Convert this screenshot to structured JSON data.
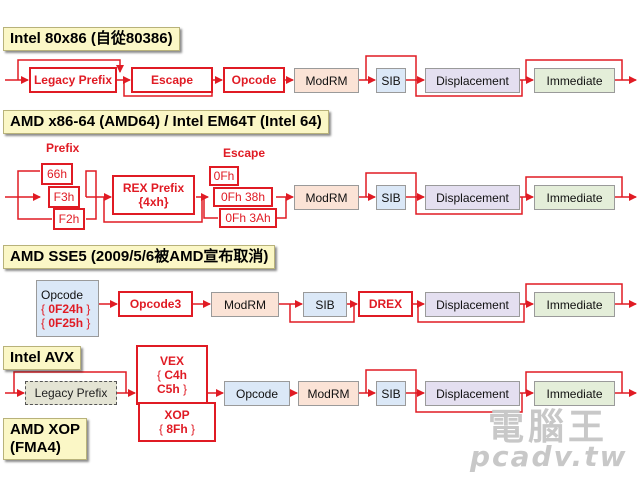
{
  "sections": {
    "intel_8086": {
      "title": "Intel 80x86 (自從80386)",
      "legacy_prefix": "Legacy Prefix",
      "escape": "Escape",
      "opcode": "Opcode",
      "modrm": "ModRM",
      "sib": "SIB",
      "displacement": "Displacement",
      "immediate": "Immediate"
    },
    "amd64": {
      "title": "AMD x86-64 (AMD64) / Intel EM64T (Intel 64)",
      "prefix_label": "Prefix",
      "prefix_66": "66h",
      "prefix_f3": "F3h",
      "prefix_f2": "F2h",
      "rex_line1": "REX Prefix",
      "rex_line2": "{4xh}",
      "escape_label": "Escape",
      "escape_0f": "0Fh",
      "escape_0f38": "0Fh 38h",
      "escape_0f3a": "0Fh 3Ah",
      "modrm": "ModRM",
      "sib": "SIB",
      "displacement": "Displacement",
      "immediate": "Immediate"
    },
    "sse5": {
      "title": "AMD SSE5 (2009/5/6被AMD宣布取消)",
      "opcode_label": "Opcode",
      "opcode_val1": "0F24h",
      "opcode_val2": "0F25h",
      "brace_open": "{",
      "brace_close": "}",
      "opcode3": "Opcode3",
      "modrm": "ModRM",
      "sib": "SIB",
      "drex": "DREX",
      "displacement": "Displacement",
      "immediate": "Immediate"
    },
    "avx": {
      "title": "Intel AVX",
      "legacy_prefix": "Legacy Prefix",
      "vex_label": "VEX",
      "vex_val1": "C4h",
      "vex_val2": "C5h",
      "xop_label": "XOP",
      "xop_val": "8Fh",
      "brace_open": "{",
      "brace_close": "}",
      "opcode": "Opcode",
      "modrm": "ModRM",
      "sib": "SIB",
      "displacement": "Displacement",
      "immediate": "Immediate"
    },
    "xop": {
      "title_line1": "AMD XOP",
      "title_line2": "(FMA4)"
    }
  },
  "watermark": {
    "line1": "電腦王",
    "line2": "pcadv.tw"
  },
  "colors": {
    "red": "#e01b24",
    "title_bg": "#fbf7c6",
    "modrm_bg": "#fbe3d6",
    "sib_bg": "#dbe8f7",
    "displacement_bg": "#e4dff0",
    "immediate_bg": "#e4eed9"
  }
}
